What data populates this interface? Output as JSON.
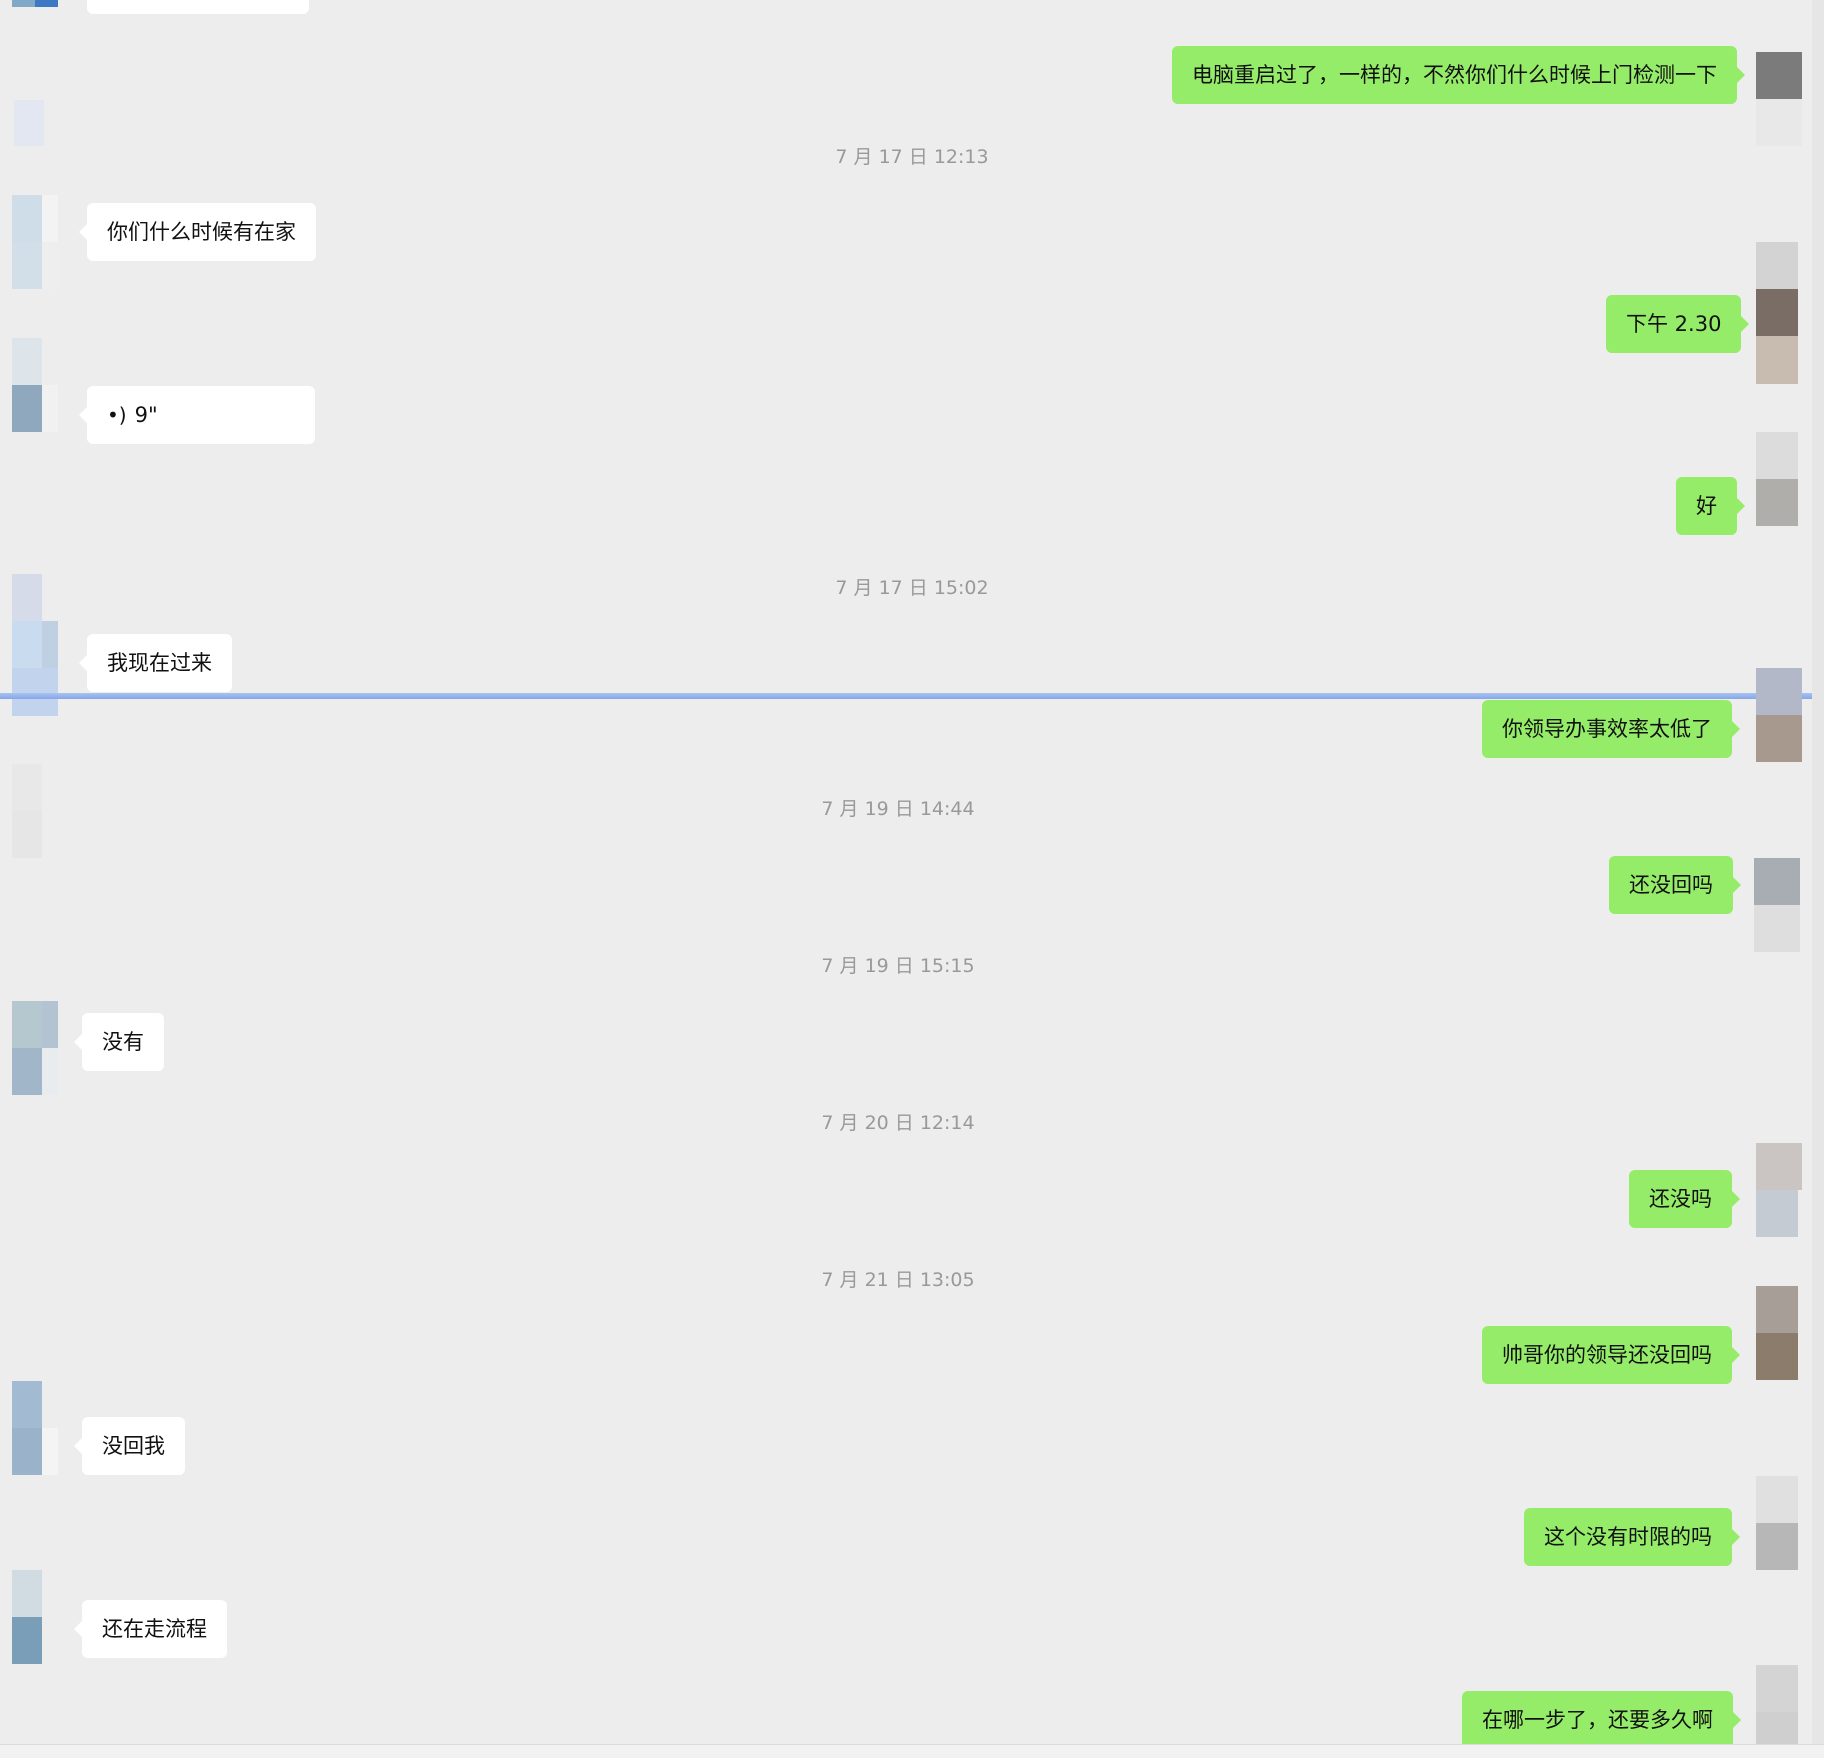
{
  "messages": [
    {
      "side": "right",
      "text": "电脑重启过了，一样的，不然你们什么时候上门检测一下"
    },
    {
      "timestamp": "7 月 17 日 12:13"
    },
    {
      "side": "left",
      "text": "你们什么时候有在家"
    },
    {
      "side": "right",
      "text": "下午 2.30"
    },
    {
      "side": "left",
      "voice_icon": "voice-wave-icon",
      "text": "9\""
    },
    {
      "side": "right",
      "text": "好"
    },
    {
      "timestamp": "7 月 17 日 15:02"
    },
    {
      "side": "left",
      "text": "我现在过来"
    },
    {
      "side": "right",
      "text": "你领导办事效率太低了"
    },
    {
      "timestamp": "7 月 19 日 14:44"
    },
    {
      "side": "right",
      "text": "还没回吗"
    },
    {
      "timestamp": "7 月 19 日 15:15"
    },
    {
      "side": "left",
      "text": "没有"
    },
    {
      "timestamp": "7 月 20 日 12:14"
    },
    {
      "side": "right",
      "text": "还没吗"
    },
    {
      "timestamp": "7 月 21 日 13:05"
    },
    {
      "side": "right",
      "text": "帅哥你的领导还没回吗"
    },
    {
      "side": "left",
      "text": "没回我"
    },
    {
      "side": "right",
      "text": "这个没有时限的吗"
    },
    {
      "side": "left",
      "text": "还在走流程"
    },
    {
      "side": "right",
      "text": "在哪一步了，还要多久啊"
    }
  ],
  "colors": {
    "background": "#ededed",
    "bubble_self": "#95ec69",
    "bubble_other": "#ffffff",
    "timestamp": "#999999",
    "divider": "#84a7e8"
  }
}
